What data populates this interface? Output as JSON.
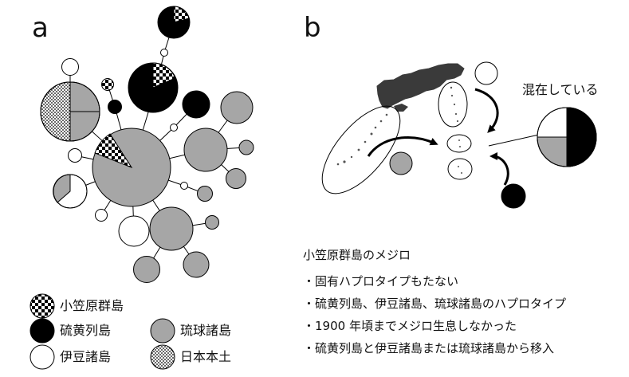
{
  "panels": {
    "a": "a",
    "b": "b"
  },
  "colors": {
    "ryukyu": "#a6a6a6",
    "iwo": "#000000",
    "izu": "#ffffff",
    "mainland_pattern": "dotted",
    "ogasawara_pattern": "checkered"
  },
  "legend": [
    {
      "key": "ogasawara",
      "label": "小笠原群島",
      "swatch": "checkered"
    },
    {
      "key": "iwo",
      "label": "硫黄列島",
      "swatch": "black"
    },
    {
      "key": "izu",
      "label": "伊豆諸島",
      "swatch": "white"
    },
    {
      "key": "ryukyu",
      "label": "琉球諸島",
      "swatch": "gray"
    },
    {
      "key": "mainland",
      "label": "日本本土",
      "swatch": "dotted"
    }
  ],
  "map": {
    "mixing_label": "混在している",
    "mixing_pie_shares": {
      "iwo": 0.5,
      "ryukyu": 0.25,
      "izu": 0.25
    }
  },
  "notes": {
    "heading": "小笠原群島のメジロ",
    "items": [
      "・固有ハプロタイプもたない",
      "・硫黄列島、伊豆諸島、琉球諸島のハプロタイプ",
      "・1900 年頃までメジロ生息しなかった",
      "・硫黄列島と伊豆諸島または琉球諸島から移入"
    ]
  }
}
